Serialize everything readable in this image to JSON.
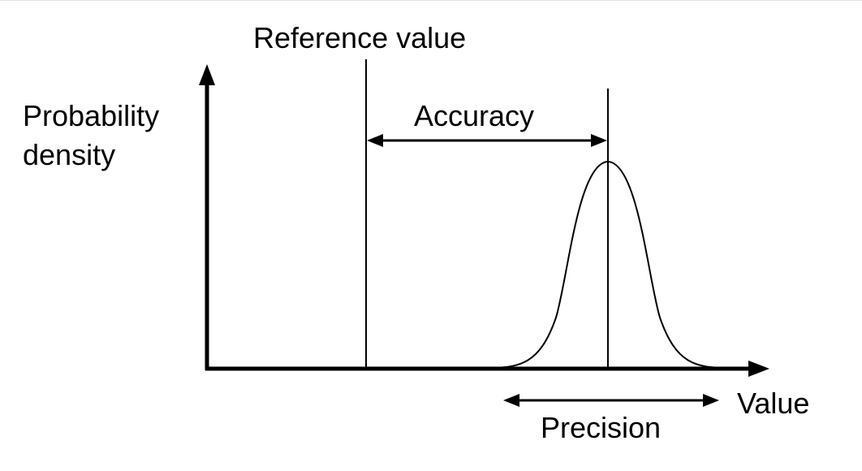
{
  "labels": {
    "reference_value": "Reference value",
    "accuracy": "Accuracy",
    "y_axis_line1": "Probability",
    "y_axis_line2": "density",
    "x_axis": "Value",
    "precision": "Precision"
  },
  "colors": {
    "stroke": "#000000",
    "background": "#ffffff"
  }
}
